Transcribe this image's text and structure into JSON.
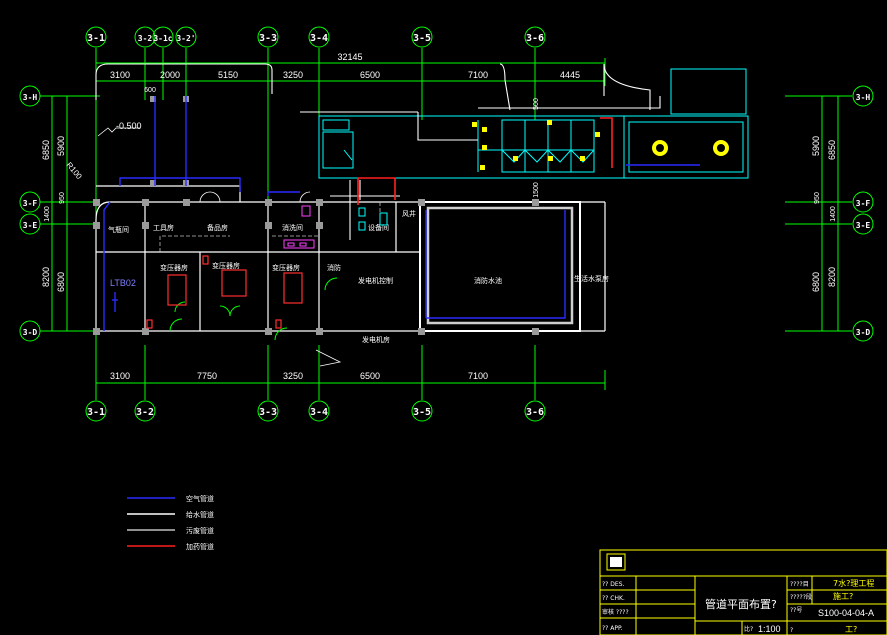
{
  "axes_top": [
    "3-1",
    "3-2",
    "3-1c",
    "3-2'",
    "3-3",
    "3-4",
    "3-5",
    "3-6"
  ],
  "axes_bottom": [
    "3-1",
    "3-2",
    "3-3",
    "3-4",
    "3-5",
    "3-6"
  ],
  "axes_left": [
    "3-H",
    "3-F",
    "3-E",
    "3-D"
  ],
  "axes_right": [
    "3-H",
    "3-F",
    "3-E",
    "3-D"
  ],
  "dims_top_total": "32145",
  "dims_top": [
    "3100",
    "2000",
    "5150",
    "3250",
    "6500",
    "7100",
    "4445"
  ],
  "dims_top_small": "600",
  "dims_bottom": [
    "3100",
    "7750",
    "3250",
    "6500",
    "7100"
  ],
  "dims_left_outer": [
    "6850",
    "1400",
    "8200"
  ],
  "dims_left_inner": [
    "5900",
    "950",
    "6800"
  ],
  "dims_right_outer": [
    "6850",
    "1400",
    "8200"
  ],
  "dims_right_inner": [
    "5900",
    "950",
    "6800"
  ],
  "elevation": "-0.500",
  "radius": "R100",
  "dim_vertical_small": [
    "500",
    "1500"
  ],
  "rooms": {
    "r1": "气瓶间",
    "r2": "工具房",
    "r3": "备品房",
    "r4": "消洗间",
    "r5": "设备间",
    "r6": "风井",
    "r7": "变压器房",
    "r8": "变压器房",
    "r9": "变压器房",
    "r10": "消防",
    "r11": "发电机控制",
    "r12": "消防水池",
    "r13": "生活水泵房",
    "r14": "发电机房",
    "ltb": "LTB02"
  },
  "legend": [
    {
      "label": "空气管道",
      "color": "#2a2aff"
    },
    {
      "label": "给水管道",
      "color": "#ffffff"
    },
    {
      "label": "污废管道",
      "color": "#bfbfbf"
    },
    {
      "label": "加药管道",
      "color": "#ff2020"
    }
  ],
  "title_block": {
    "drawing_title": "管道平面布置?",
    "project_label": "????目",
    "project_value": "7水?理工程",
    "stage_label": "?????段",
    "stage_value": "施工?",
    "no_label": "??号",
    "drawing_no": "S100-04-04-A",
    "scale_label": "比?",
    "scale": "1:100",
    "sheet_label": "?",
    "sheet_value": "工?",
    "rows": [
      "?? DES.",
      "?? CHK.",
      "审核 ????",
      "?? APP."
    ]
  },
  "colors": {
    "background": "#000000",
    "axis_bubble": "#00ff00",
    "dim_line": "#00ff00",
    "wall": "#ffffff",
    "equipment": "#00ffff",
    "air_pipe": "#2a2aff",
    "dosing_pipe": "#ff2020",
    "title_block": "#ffff00"
  }
}
